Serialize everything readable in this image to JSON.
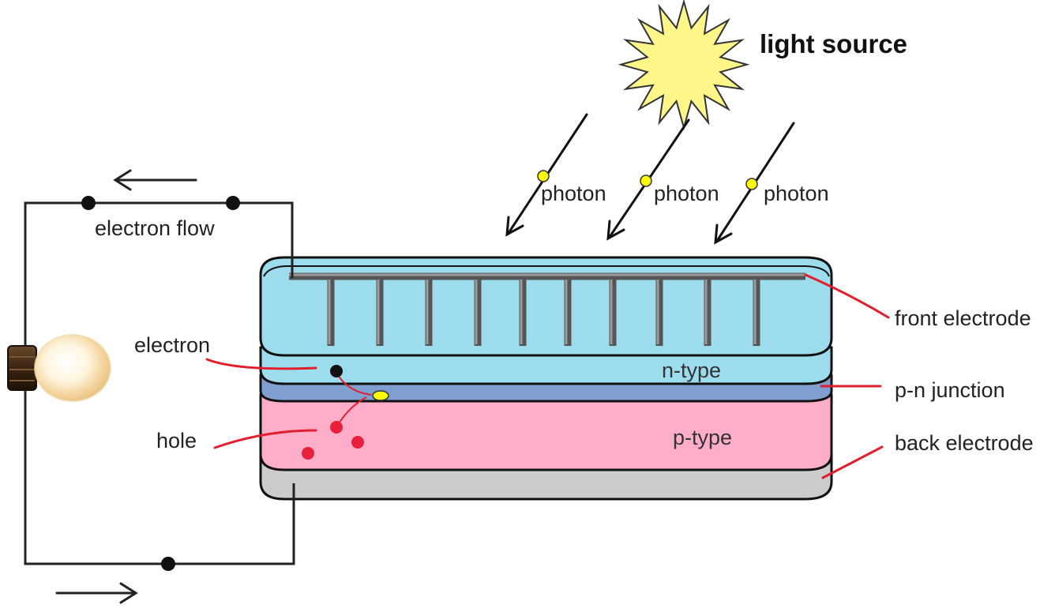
{
  "labels": {
    "light_source": "light source",
    "photon_1": "photon",
    "photon_2": "photon",
    "photon_3": "photon",
    "electron_flow": "electron flow",
    "electron": "electron",
    "hole": "hole",
    "n_type": "n-type",
    "p_type": "p-type",
    "front_electrode": "front electrode",
    "pn_junction": "p-n junction",
    "back_electrode": "back electrode"
  },
  "colors": {
    "n_layer": "#9ddcec",
    "junction": "#7f9fd0",
    "p_layer": "#ffadc9",
    "back_electrode": "#cccccc",
    "electrode_grid": "#555555",
    "pointer_lines": "#e0202e",
    "hole_dots": "#e8203a",
    "photon_dots": "#ffff00",
    "sun": "#fff68a",
    "wire": "#222222"
  },
  "icons": {
    "sun": "sun-icon",
    "bulb": "light-bulb-icon"
  }
}
